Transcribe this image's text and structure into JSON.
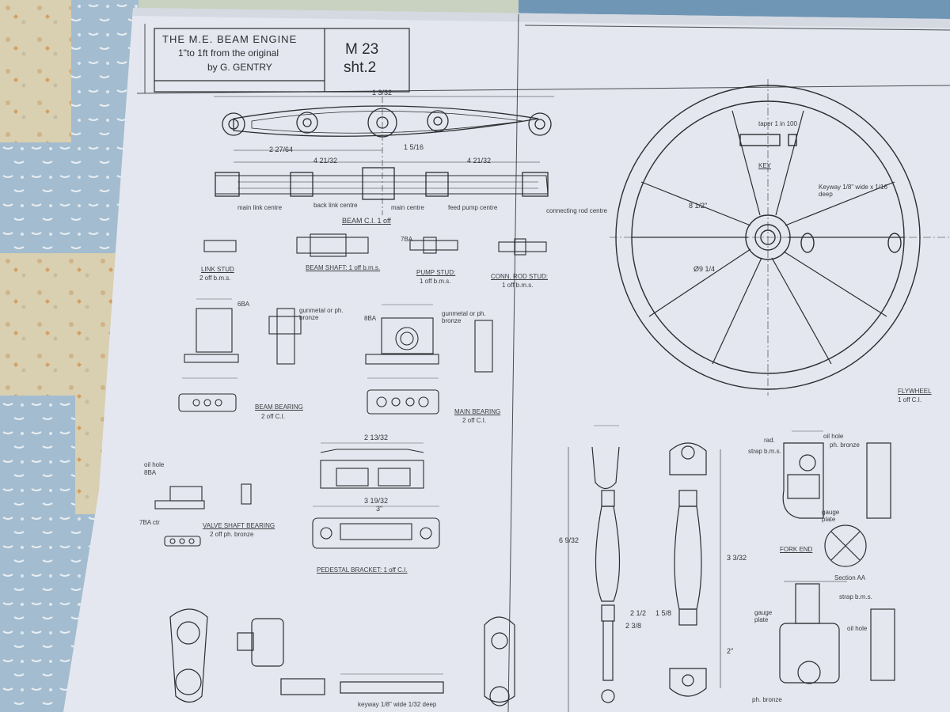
{
  "title_block": {
    "line1": "THE M.E. BEAM ENGINE",
    "line2": "1\"to 1ft from the original",
    "line3": "by G. GENTRY",
    "drawing_no": "M 23",
    "sheet": "sht.2"
  },
  "parts": {
    "beam": "BEAM C.I. 1 off",
    "link_stud": "LINK STUD",
    "link_stud_qty": "2 off b.m.s.",
    "beam_shaft": "BEAM SHAFT: 1 off b.m.s.",
    "pump_stud": "PUMP STUD:",
    "pump_stud_qty": "1 off b.m.s.",
    "conn_rod_stud": "CONN. ROD STUD:",
    "conn_rod_stud_qty": "1 off b.m.s.",
    "beam_bearing": "BEAM BEARING",
    "beam_bearing_qty": "2 off C.I.",
    "main_bearing": "MAIN BEARING",
    "main_bearing_qty": "2 off C.I.",
    "valve_shaft_bearing": "VALVE SHAFT BEARING",
    "valve_shaft_bearing_qty": "2 off ph. bronze",
    "pedestal_bracket": "PEDESTAL BRACKET: 1 off C.I.",
    "flywheel": "FLYWHEEL",
    "flywheel_qty": "1 off C.I.",
    "key": "KEY",
    "fork_end": "FORK END",
    "section_aa": "Section AA"
  },
  "notes": {
    "main_link_centre": "main link centre",
    "back_link_centre": "back link centre",
    "main_centre": "main centre",
    "feed_pump_centre": "feed pump centre",
    "connecting_rod_centre": "connecting rod centre",
    "gunmetal_1": "gunmetal or ph. bronze",
    "gunmetal_2": "gunmetal or ph. bronze",
    "oil_hole_1": "oil hole",
    "oil_hole_2": "oil hole",
    "oil_hole_3": "oil hole",
    "ph_bronze_1": "ph. bronze",
    "ph_bronze_2": "ph. bronze",
    "strap_bms_1": "strap b.m.s.",
    "strap_bms_2": "strap b.m.s.",
    "gauge_plate_1": "gauge plate",
    "gauge_plate_2": "gauge plate",
    "taper": "taper 1 in 100",
    "keyway": "Keyway 1/8\" wide x 1/16 deep",
    "keyway_bottom": "keyway 1/8\" wide 1/32 deep",
    "ba8_1": "8BA",
    "ba8_2": "8BA",
    "ba6": "6BA",
    "ba7": "7BA",
    "ba7_ctr": "7BA ctr",
    "rad": "rad."
  },
  "dims": [
    "1 3/32",
    "2 27/64",
    "4 21/32",
    "4 21/32",
    "1 5/16",
    "2 13/32",
    "3 19/32",
    "3\"",
    "2\"",
    "Ø9 1/4",
    "8 1/2\"",
    "6 9/32",
    "3 3/32",
    "2 1/2",
    "1 5/8",
    "2 3/8"
  ],
  "colors": {
    "paper": "#e4e7ef",
    "ink": "#2b2d30",
    "quilt_blue": "#9fb8cf",
    "quilt_cream": "#d8ceb0"
  }
}
